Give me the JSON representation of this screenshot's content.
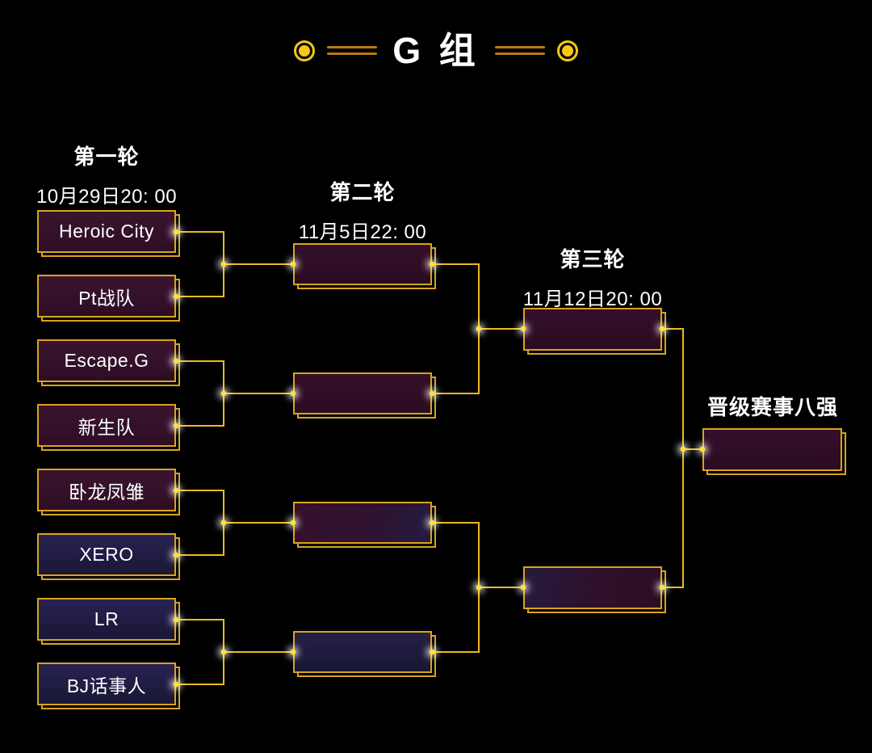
{
  "title": "G 组",
  "rounds": [
    {
      "name": "第一轮",
      "date": "10月29日20: 00"
    },
    {
      "name": "第二轮",
      "date": "11月5日22: 00"
    },
    {
      "name": "第三轮",
      "date": "11月12日20: 00"
    }
  ],
  "advance_label": "晋级赛事八强",
  "teams": [
    {
      "name": "Heroic City",
      "variant": "maroon"
    },
    {
      "name": "Pt战队",
      "variant": "maroon"
    },
    {
      "name": "Escape.G",
      "variant": "maroon"
    },
    {
      "name": "新生队",
      "variant": "maroon"
    },
    {
      "name": "卧龙凤雏",
      "variant": "maroon"
    },
    {
      "name": "XERO",
      "variant": "navy"
    },
    {
      "name": "LR",
      "variant": "navy"
    },
    {
      "name": "BJ话事人",
      "variant": "navy"
    }
  ],
  "colors": {
    "background": "#000000",
    "gold_border": "#d8a41d",
    "connector": "#edb91e",
    "node": "#ffe22e",
    "accent_circle": "#f5c913",
    "accent_line": "#b87c0e",
    "box_maroon": "#38122c",
    "box_navy": "#211d42",
    "text": "#ffffff"
  }
}
